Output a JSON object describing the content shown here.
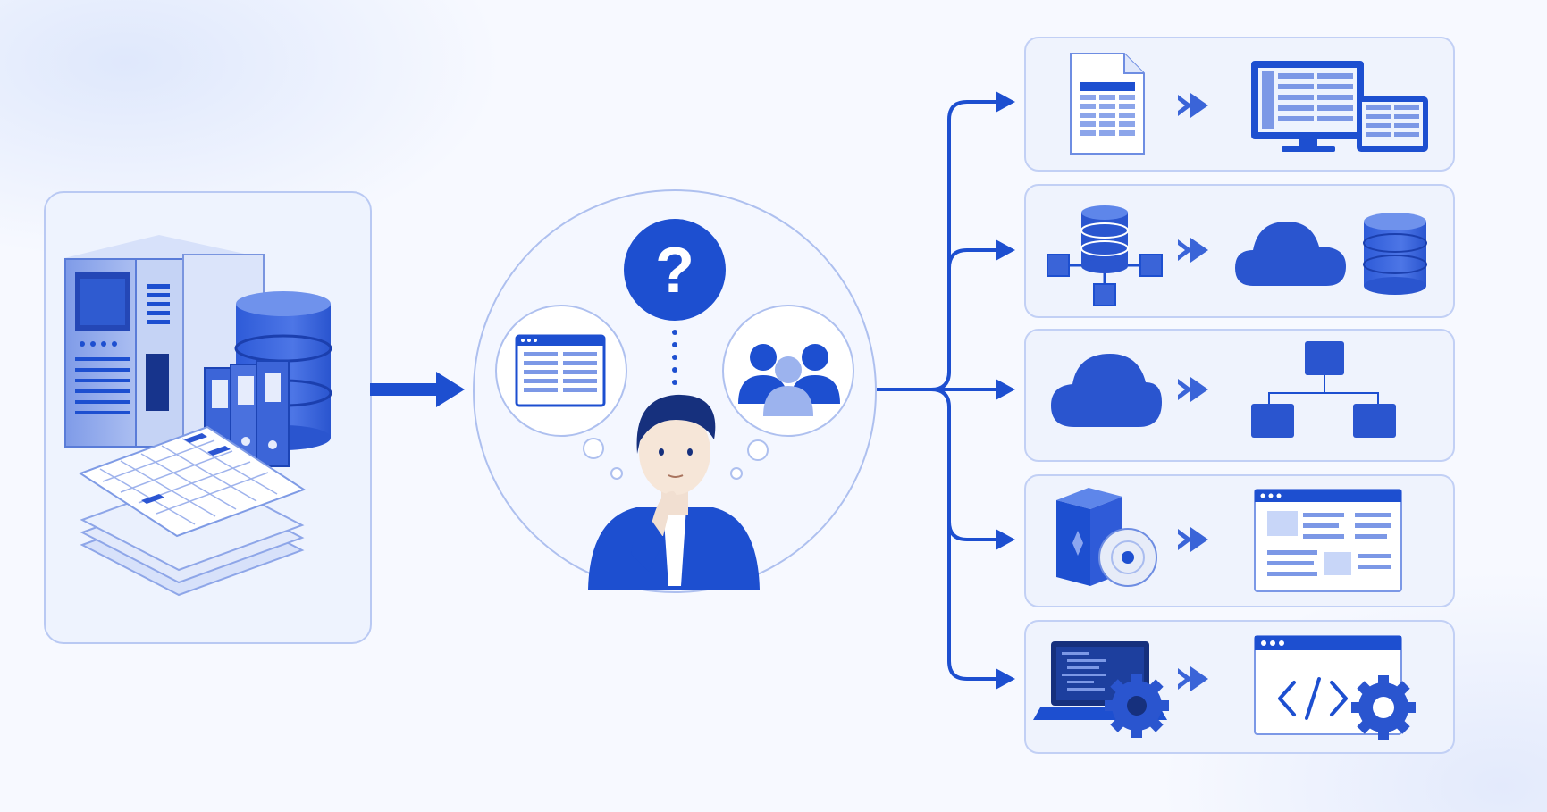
{
  "diagram": {
    "source": {
      "items": [
        "server-tower",
        "database-cylinder",
        "binder-files",
        "paper-spreadsheets"
      ]
    },
    "decision": {
      "question_mark": "?",
      "thoughts": [
        "software-window",
        "user-group"
      ]
    },
    "paths": [
      {
        "from": "spreadsheet-document",
        "to": "desktop-and-tablet-app"
      },
      {
        "from": "networked-database",
        "to": "cloud-database"
      },
      {
        "from": "cloud",
        "to": "hierarchy-network"
      },
      {
        "from": "software-box-and-disc",
        "to": "web-dashboard"
      },
      {
        "from": "laptop-code-and-gear",
        "to": "custom-code-window"
      }
    ]
  },
  "colors": {
    "primary": "#1d4fd0",
    "mid": "#4f76e2",
    "light": "#c8d6f8",
    "panel": "#eef3fe",
    "border": "#b9c9f3"
  }
}
